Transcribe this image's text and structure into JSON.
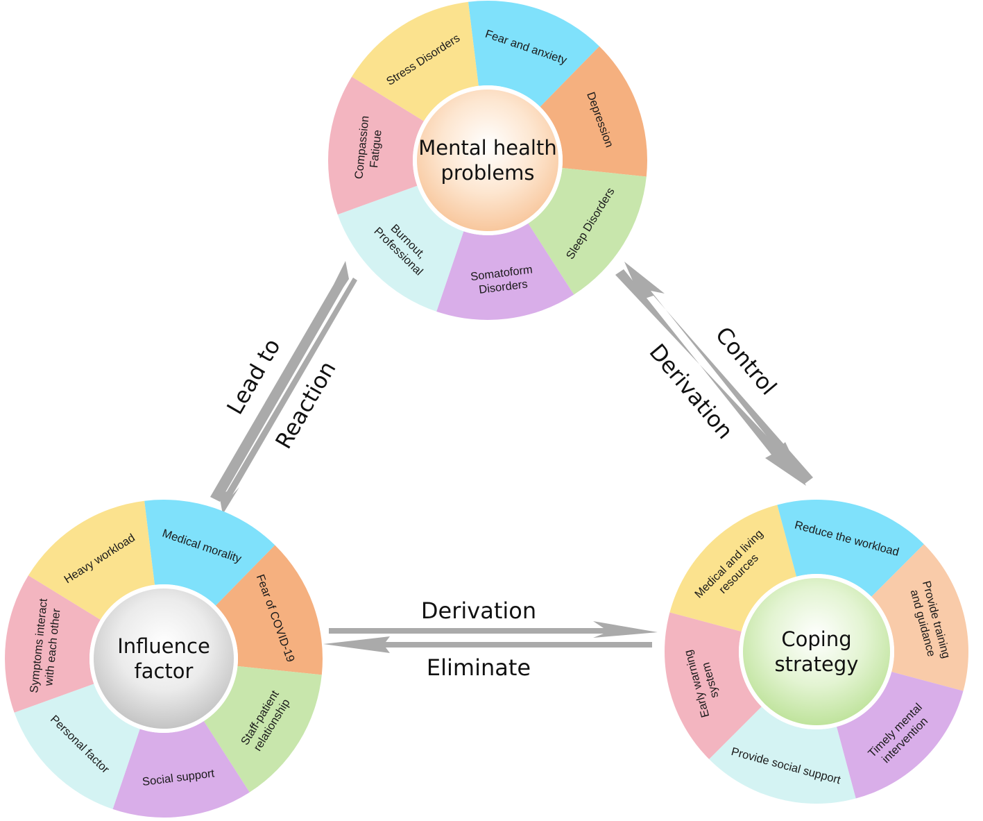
{
  "colors": {
    "blue": "#7fe1fb",
    "orange": "#f5b07f",
    "green": "#c8e6ac",
    "purple": "#d9aee9",
    "teal": "#d4f3f3",
    "pink": "#f3b5c0",
    "yellow": "#fbe28e",
    "peach": "#f9cba9",
    "arrow": "#aaaaaa"
  },
  "wheels": {
    "mental": {
      "title_lines": [
        "Mental health",
        "problems"
      ],
      "center_color": "#fdd7b5",
      "segments": [
        {
          "label_lines": [
            "Fear and anxiety"
          ],
          "color": "blue"
        },
        {
          "label_lines": [
            "Depression"
          ],
          "color": "orange"
        },
        {
          "label_lines": [
            "Sleep Disorders"
          ],
          "color": "green"
        },
        {
          "label_lines": [
            "Somatoform",
            "Disorders"
          ],
          "color": "purple"
        },
        {
          "label_lines": [
            "Burnout,",
            "Professional"
          ],
          "color": "teal"
        },
        {
          "label_lines": [
            "Compassion",
            "Fatigue"
          ],
          "color": "pink"
        },
        {
          "label_lines": [
            "Stress Disorders"
          ],
          "color": "yellow"
        }
      ]
    },
    "influence": {
      "title_lines": [
        "Influence",
        "factor"
      ],
      "center_color": "#dadada",
      "segments": [
        {
          "label_lines": [
            "Medical morality"
          ],
          "color": "blue"
        },
        {
          "label_lines": [
            "Fear of COVID-19"
          ],
          "color": "orange"
        },
        {
          "label_lines": [
            "Staff-patient",
            "relationship"
          ],
          "color": "green"
        },
        {
          "label_lines": [
            "Social support"
          ],
          "color": "purple"
        },
        {
          "label_lines": [
            "Personal factor"
          ],
          "color": "teal"
        },
        {
          "label_lines": [
            "Symptoms interact",
            "with each other"
          ],
          "color": "pink"
        },
        {
          "label_lines": [
            "Heavy workload"
          ],
          "color": "yellow"
        }
      ]
    },
    "coping": {
      "title_lines": [
        "Coping",
        "strategy"
      ],
      "center_color": "#d6efbd",
      "segments": [
        {
          "label_lines": [
            "Reduce the workload"
          ],
          "color": "blue"
        },
        {
          "label_lines": [
            "Provide training",
            "and guidance"
          ],
          "color": "peach"
        },
        {
          "label_lines": [
            "Timely mental",
            "intervention"
          ],
          "color": "purple"
        },
        {
          "label_lines": [
            "Provide social support"
          ],
          "color": "teal"
        },
        {
          "label_lines": [
            "Early warning",
            "system"
          ],
          "color": "pink"
        },
        {
          "label_lines": [
            "Medical and living",
            "resources"
          ],
          "color": "yellow"
        }
      ]
    }
  },
  "arrows": {
    "left": {
      "label_a": "Lead to",
      "label_b": "Reaction"
    },
    "right": {
      "label_a": "Control",
      "label_b": "Derivation"
    },
    "bottom": {
      "label_a": "Derivation",
      "label_b": "Eliminate"
    }
  }
}
